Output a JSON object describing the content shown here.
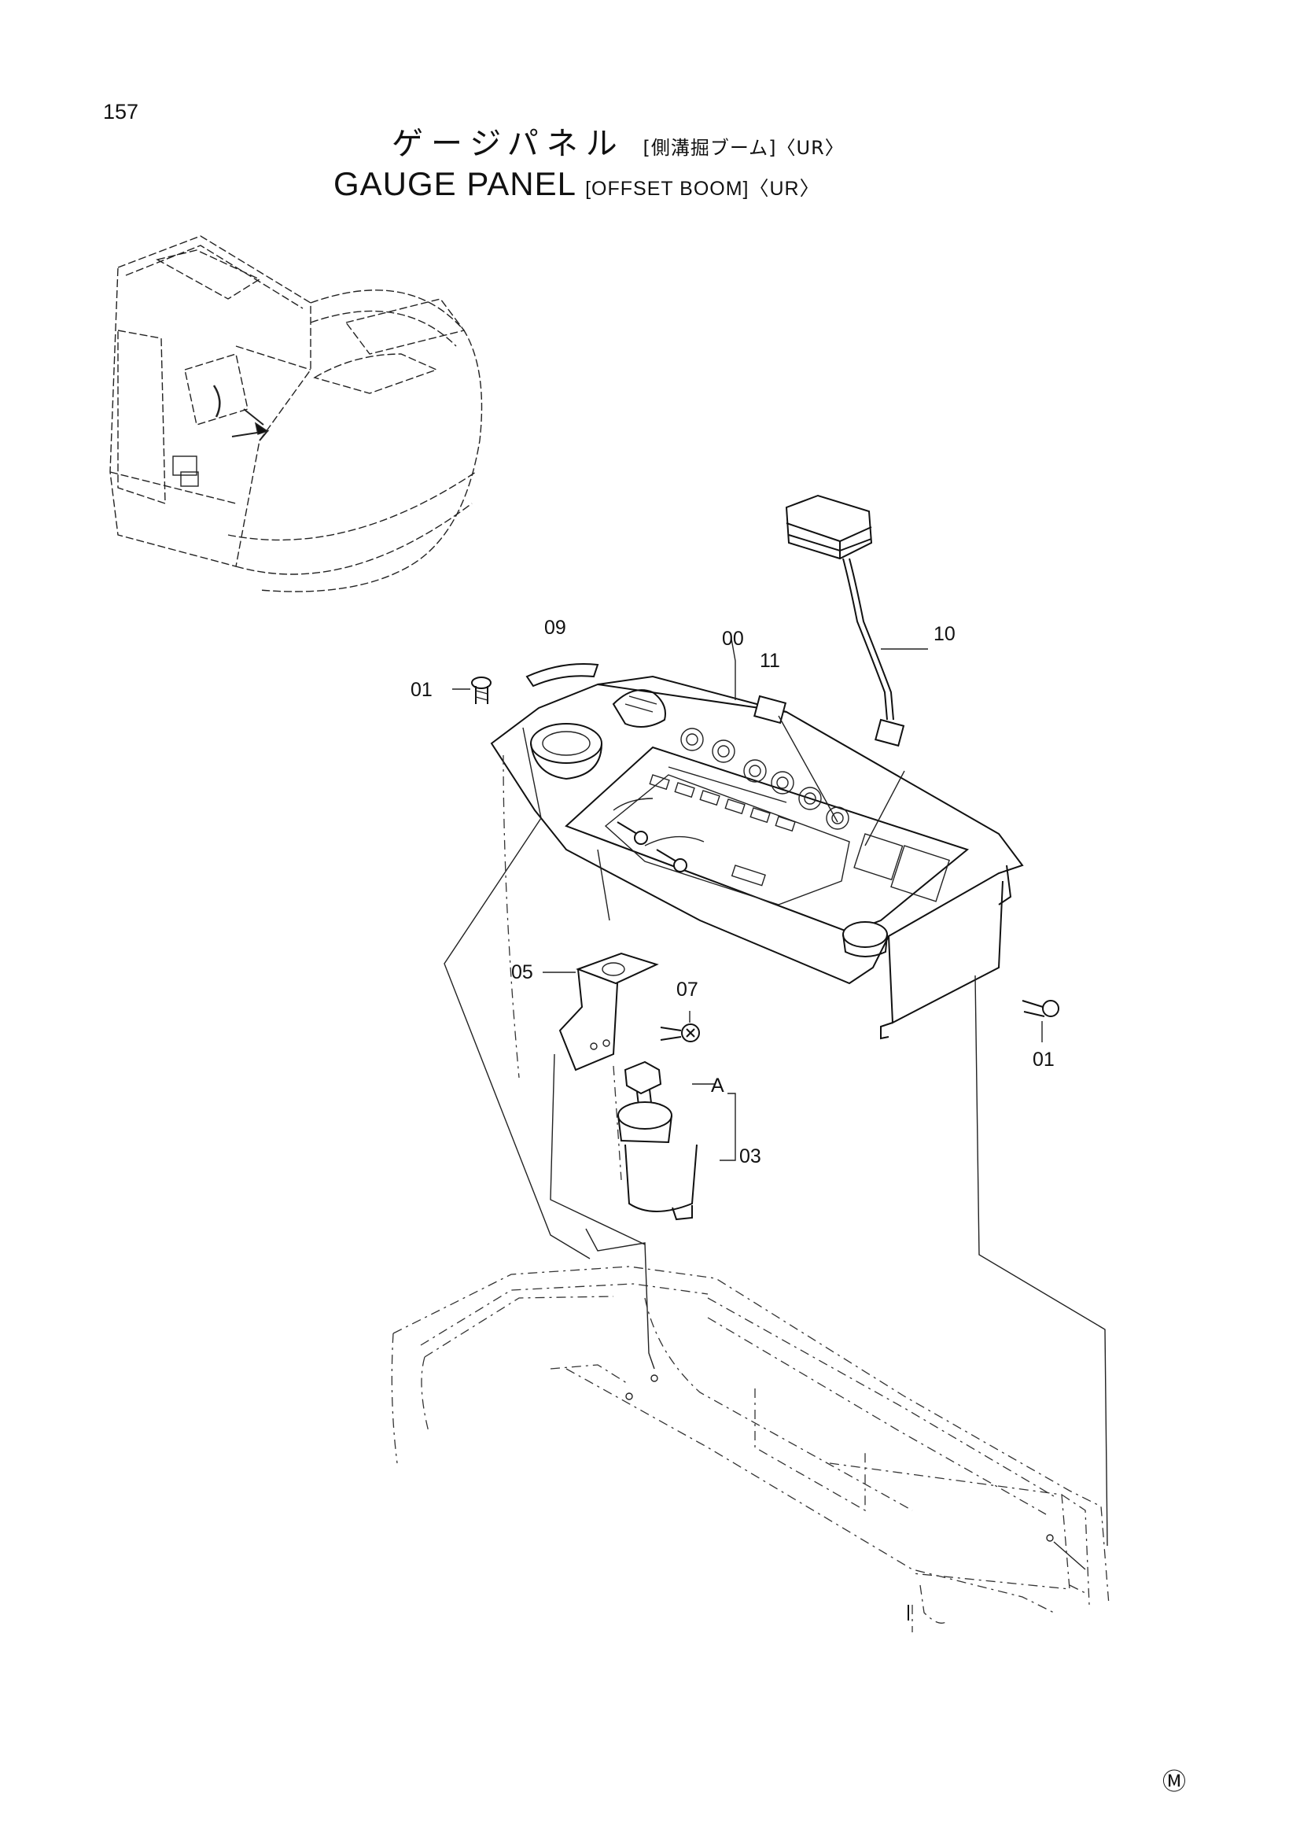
{
  "page": {
    "number": "157",
    "title_jp_main": "ゲージパネル",
    "title_jp_sub": "[側溝掘ブーム]〈UR〉",
    "title_en_main": "GAUGE PANEL",
    "title_en_sub": "[OFFSET BOOM]〈UR〉",
    "mark": "Ⓜ"
  },
  "callouts": {
    "c00": "00",
    "c01a": "01",
    "c01b": "01",
    "c03": "03",
    "c05": "05",
    "c07": "07",
    "c09": "09",
    "c10": "10",
    "c11": "11",
    "cA": "A"
  }
}
